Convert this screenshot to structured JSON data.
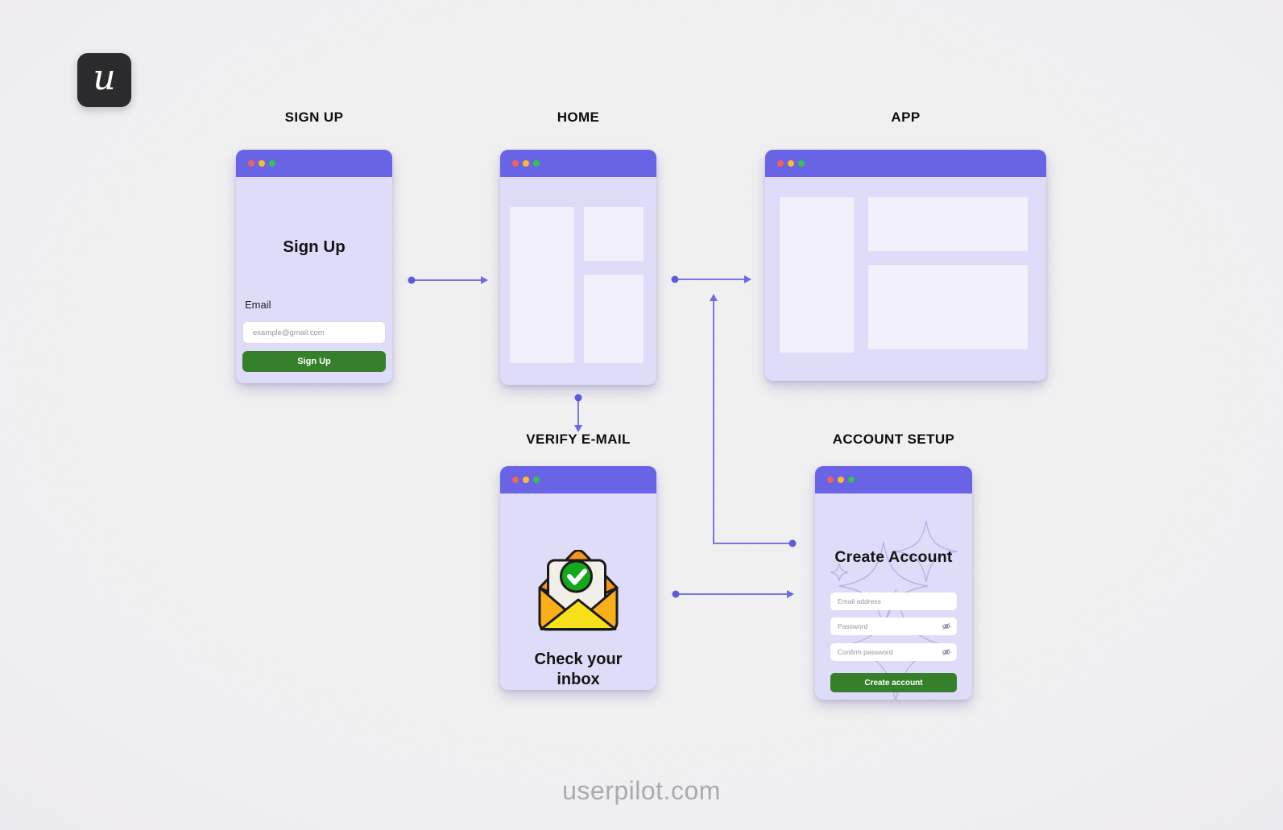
{
  "logo": {
    "letter": "u"
  },
  "watermark": "userpilot.com",
  "steps": {
    "signup": {
      "label": "SIGN UP",
      "window": {
        "heading": "Sign Up",
        "email_label": "Email",
        "email_placeholder": "example@gmail.com",
        "submit_label": "Sign Up"
      }
    },
    "home": {
      "label": "HOME"
    },
    "app": {
      "label": "APP"
    },
    "verify": {
      "label": "VERIFY E-MAIL",
      "window": {
        "message_line1": "Check your",
        "message_line2": "inbox"
      }
    },
    "account": {
      "label": "ACCOUNT SETUP",
      "window": {
        "heading": "Create Account",
        "email_placeholder": "Email address",
        "password_placeholder": "Password",
        "confirm_placeholder": "Confirm password",
        "submit_label": "Create account"
      }
    }
  },
  "icons": {
    "window_controls": [
      "red-dot-icon",
      "yellow-dot-icon",
      "green-dot-icon"
    ],
    "verify_illustration": "envelope-check-icon",
    "password_fields": "eye-off-icon"
  },
  "colors": {
    "titlebar": "#6964E6",
    "window_body": "#DEDCF8",
    "wireframe_block": "#F1F0FB",
    "button_green": "#37802B",
    "arrow": "#7B76E8",
    "dot_red": "#F2615E",
    "dot_yellow": "#FCB92C",
    "dot_green": "#35C24D",
    "envelope_orange": "#F7941C",
    "envelope_amber": "#F9AF17",
    "envelope_yellow": "#F8E01A",
    "check_green": "#14A81B"
  }
}
